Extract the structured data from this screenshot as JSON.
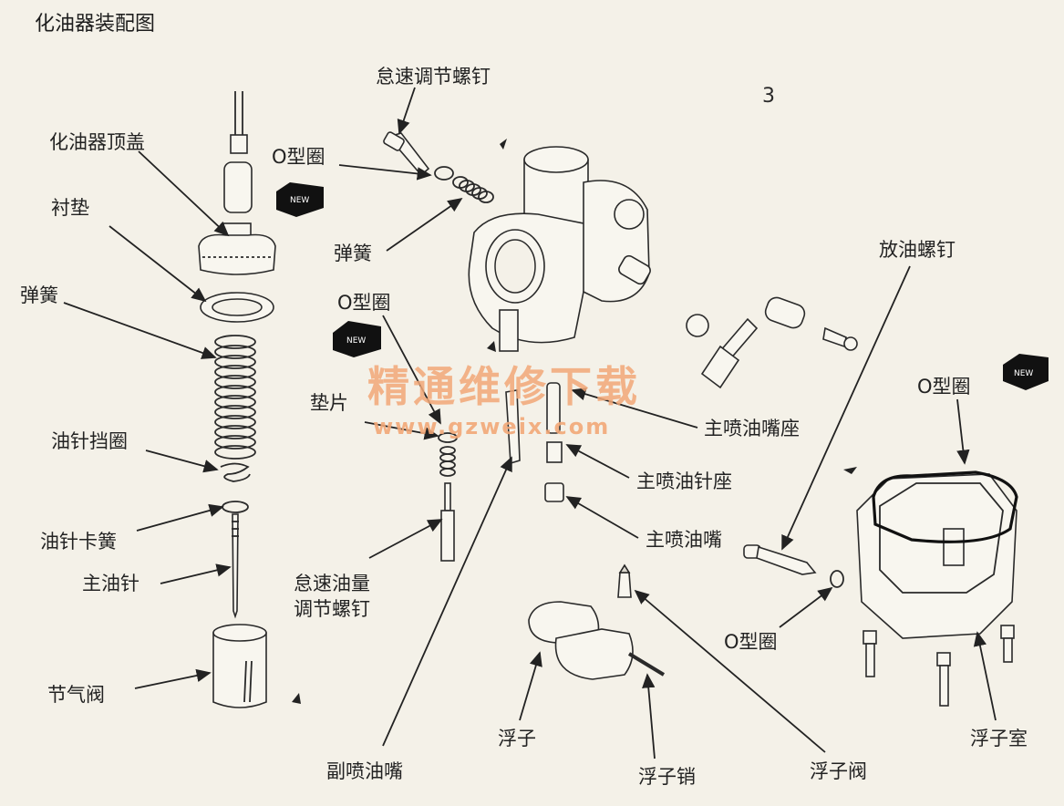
{
  "title": "化油器装配图",
  "figure_number": "3",
  "new_badge_text": "NEW",
  "watermark": {
    "main": "精通维修下载",
    "sub": "www.gzweix.com"
  },
  "labels": {
    "carb_top_cap": "化油器顶盖",
    "gasket": "衬垫",
    "spring_left": "弹簧",
    "needle_retainer": "油针挡圈",
    "needle_clip": "油针卡簧",
    "jet_needle": "主油针",
    "throttle_valve": "节气阀",
    "idle_screw": "怠速调节螺钉",
    "o_ring_top": "O型圈",
    "spring_mid": "弹簧",
    "o_ring_mid": "O型圈",
    "washer": "垫片",
    "pilot_screw_line1": "怠速油量",
    "pilot_screw_line2": "调节螺钉",
    "slow_jet": "副喷油嘴",
    "main_jet_holder": "主喷油嘴座",
    "needle_jet_holder": "主喷油针座",
    "main_jet": "主喷油嘴",
    "drain_screw": "放油螺钉",
    "o_ring_right": "O型圈",
    "o_ring_drain": "O型圈",
    "float": "浮子",
    "float_pin": "浮子销",
    "float_valve": "浮子阀",
    "float_chamber": "浮子室"
  }
}
